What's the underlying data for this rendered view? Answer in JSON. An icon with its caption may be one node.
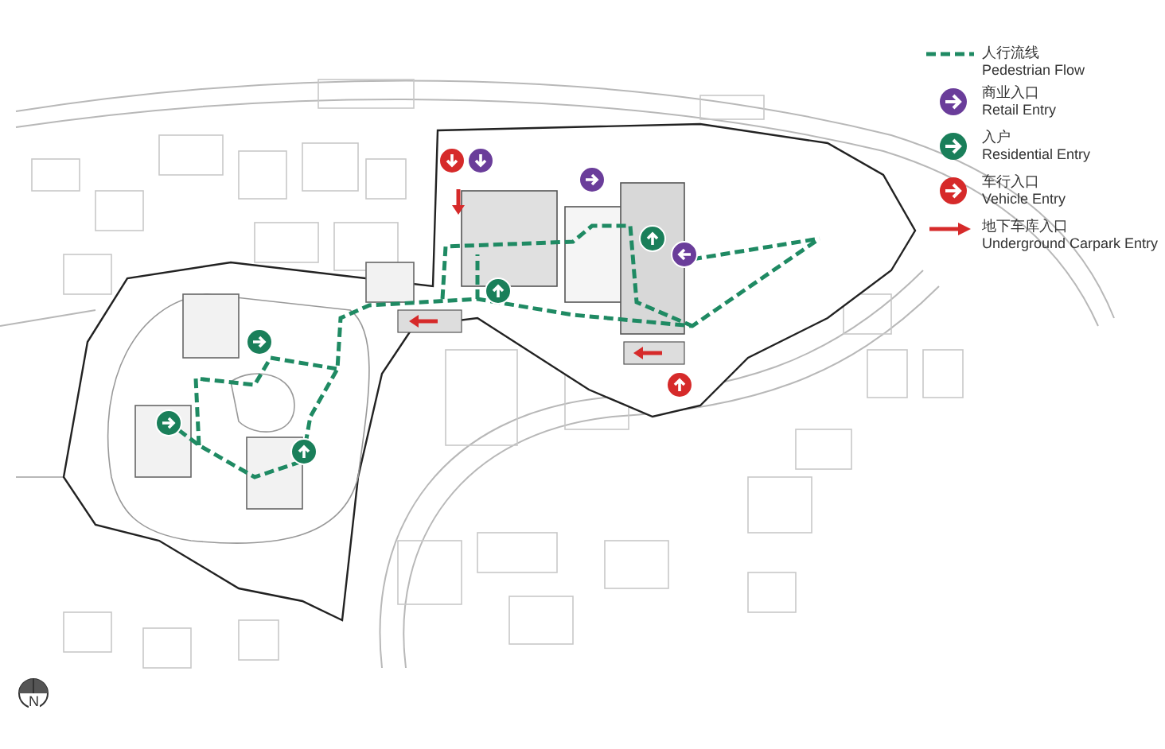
{
  "diagram": {
    "labels": [
      "N"
    ],
    "legend": [
      {
        "text": "人行流线 Pedestrian Flow"
      },
      {
        "text": "商业入口 Retail Entry"
      },
      {
        "text": "入户 Residential Entry"
      },
      {
        "text": "车行入口 Vehicle Entry"
      },
      {
        "text": "地下车库入口 Underground Carpark Entry"
      }
    ]
  }
}
